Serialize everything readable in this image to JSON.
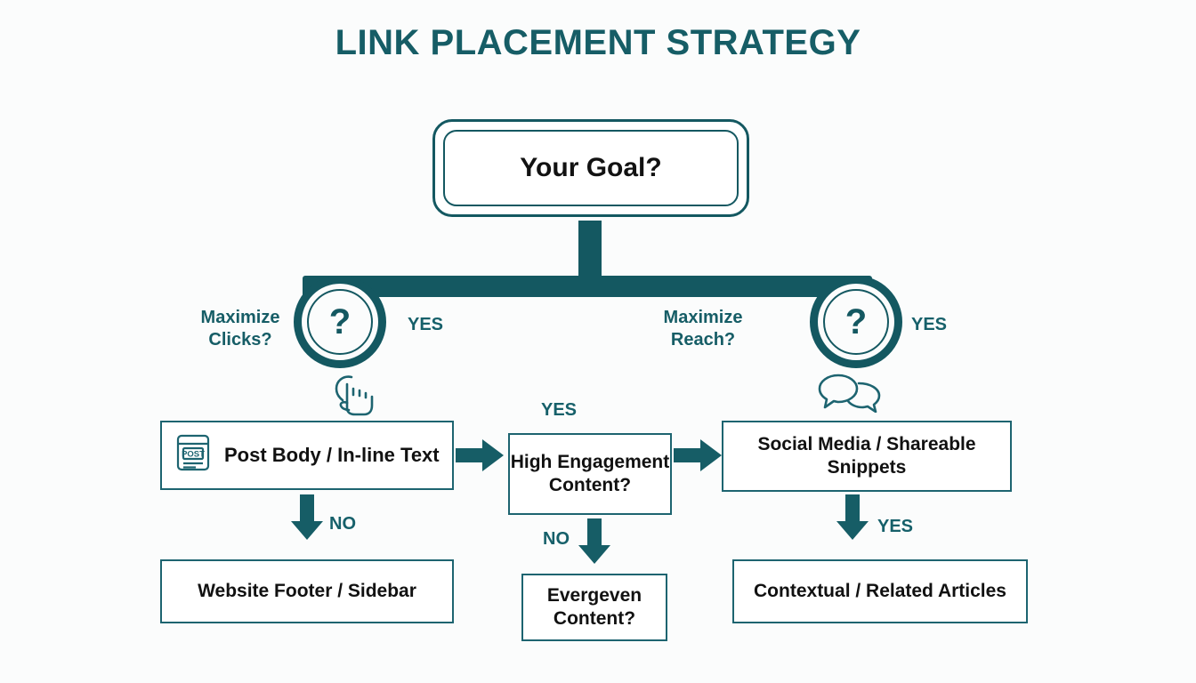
{
  "page": {
    "title": "LINK PLACEMENT STRATEGY",
    "background_color": "#fbfcfc",
    "accent_color": "#145861",
    "text_color": "#111111"
  },
  "root": {
    "label": "Your Goal?"
  },
  "decisions": {
    "left": {
      "label": "Maximize\nClicks?",
      "label_line1": "Maximize",
      "label_line2": "Clicks?",
      "symbol": "?",
      "yes_label": "YES",
      "icon": "hand-pointer-icon"
    },
    "right": {
      "label_line1": "Maximize",
      "label_line2": "Reach?",
      "symbol": "?",
      "yes_label": "YES",
      "icon": "speech-bubbles-icon"
    }
  },
  "boxes": {
    "post_body": {
      "label": "Post Body / In-line Text",
      "icon": "post-document-icon",
      "icon_text": "POST"
    },
    "high_engagement": {
      "label": "High Engagement Content?",
      "line1": "High Engagement",
      "line2": "Content?"
    },
    "social_media": {
      "label": "Social Media / Shareable Snippets",
      "line1": "Social Media / Shareable",
      "line2": "Snippets"
    },
    "website_footer": {
      "label": "Website Footer / Sidebar"
    },
    "evergeven": {
      "label": "Evergeven Content?",
      "line1": "Evergeven",
      "line2": "Content?"
    },
    "contextual": {
      "label": "Contextual / Related Articles"
    }
  },
  "edges": {
    "yes_left": "YES",
    "yes_right": "YES",
    "yes_center": "YES",
    "no_left": "NO",
    "no_center": "NO",
    "yes_bottom_right": "YES"
  },
  "chart_data": {
    "type": "diagram",
    "diagram_type": "flowchart",
    "title": "LINK PLACEMENT STRATEGY",
    "nodes": [
      {
        "id": "root",
        "label": "Your Goal?",
        "shape": "rounded-double-rect",
        "level": 0
      },
      {
        "id": "d1",
        "label": "Maximize Clicks?",
        "shape": "decision-circle",
        "level": 1
      },
      {
        "id": "d2",
        "label": "Maximize Reach?",
        "shape": "decision-circle",
        "level": 1
      },
      {
        "id": "n1",
        "label": "Post Body / In-line Text",
        "shape": "rect",
        "level": 2
      },
      {
        "id": "n2",
        "label": "High Engagement Content?",
        "shape": "rect",
        "level": 2
      },
      {
        "id": "n3",
        "label": "Social Media / Shareable Snippets",
        "shape": "rect",
        "level": 2
      },
      {
        "id": "n4",
        "label": "Website Footer / Sidebar",
        "shape": "rect",
        "level": 3
      },
      {
        "id": "n5",
        "label": "Evergeven Content?",
        "shape": "rect",
        "level": 3
      },
      {
        "id": "n6",
        "label": "Contextual / Related Articles",
        "shape": "rect",
        "level": 3
      }
    ],
    "edges": [
      {
        "from": "root",
        "to": "d1",
        "label": ""
      },
      {
        "from": "root",
        "to": "d2",
        "label": ""
      },
      {
        "from": "d1",
        "to": "n1",
        "label": "YES"
      },
      {
        "from": "d2",
        "to": "n3",
        "label": "YES"
      },
      {
        "from": "n1",
        "to": "n2",
        "label": "YES"
      },
      {
        "from": "n2",
        "to": "n3",
        "label": ""
      },
      {
        "from": "n1",
        "to": "n4",
        "label": "NO"
      },
      {
        "from": "n2",
        "to": "n5",
        "label": "NO"
      },
      {
        "from": "n3",
        "to": "n6",
        "label": "YES"
      }
    ]
  }
}
